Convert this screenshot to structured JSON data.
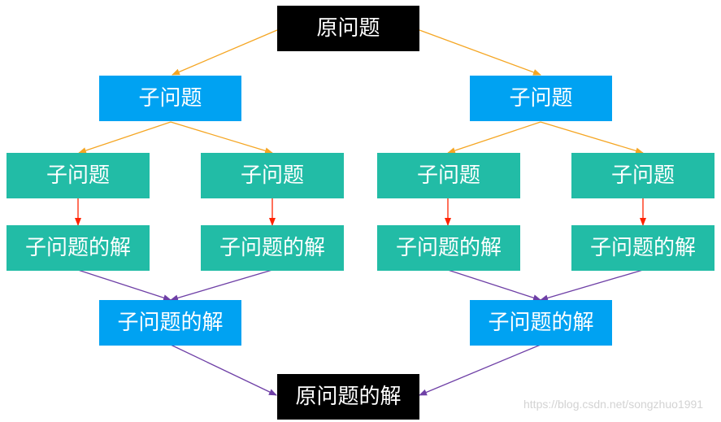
{
  "nodes": {
    "root": "原问题",
    "sub_left": "子问题",
    "sub_right": "子问题",
    "sub_ll": "子问题",
    "sub_lr": "子问题",
    "sub_rl": "子问题",
    "sub_rr": "子问题",
    "sol_ll": "子问题的解",
    "sol_lr": "子问题的解",
    "sol_rl": "子问题的解",
    "sol_rr": "子问题的解",
    "sol_left": "子问题的解",
    "sol_right": "子问题的解",
    "final": "原问题的解"
  },
  "colors": {
    "black_box": "#000000",
    "blue_box": "#00a2f2",
    "teal_box": "#22bca6",
    "split_arrow": "#f5a623",
    "solve_arrow": "#ff2200",
    "merge_arrow": "#6e3fa6"
  },
  "watermark": "https://blog.csdn.net/songzhuo1991"
}
